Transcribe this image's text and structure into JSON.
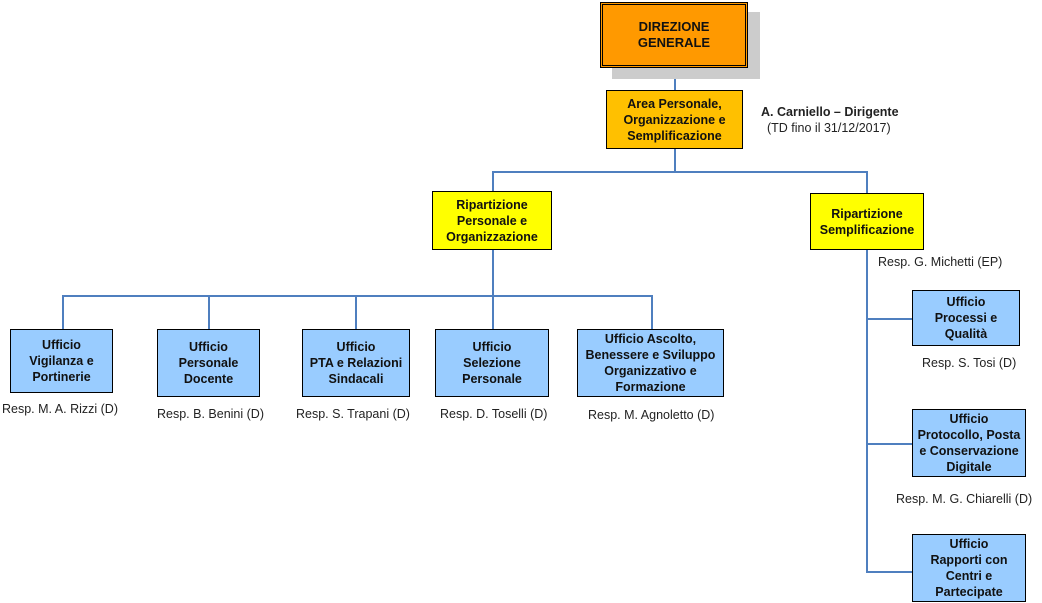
{
  "direzione": {
    "label": "DIREZIONE\nGENERALE"
  },
  "area": {
    "label": "Area Personale,\nOrganizzazione e\nSemplificazione",
    "head_name": "A. Carniello – Dirigente",
    "head_note": "(TD fino il 31/12/2017)"
  },
  "ripartizioni": [
    {
      "label": "Ripartizione\nPersonale e\nOrganizzazione"
    },
    {
      "label": "Ripartizione\nSemplificazione",
      "resp": "Resp. G. Michetti (EP)"
    }
  ],
  "uffici_personale": [
    {
      "label": "Ufficio\nVigilanza e\nPortinerie",
      "resp": "Resp. M. A. Rizzi (D)"
    },
    {
      "label": "Ufficio\nPersonale\nDocente",
      "resp": "Resp. B. Benini (D)"
    },
    {
      "label": "Ufficio\nPTA e Relazioni\nSindacali",
      "resp": "Resp. S. Trapani (D)"
    },
    {
      "label": "Ufficio\nSelezione\nPersonale",
      "resp": "Resp. D. Toselli (D)"
    },
    {
      "label": "Ufficio Ascolto,\nBenessere e Sviluppo\nOrganizzativo e\nFormazione",
      "resp": "Resp. M. Agnoletto (D)"
    }
  ],
  "uffici_semplificazione": [
    {
      "label": "Ufficio\nProcessi e\nQualità",
      "resp": "Resp. S. Tosi (D)"
    },
    {
      "label": "Ufficio\nProtocollo, Posta\ne Conservazione\nDigitale",
      "resp": "Resp. M. G. Chiarelli (D)"
    },
    {
      "label": "Ufficio\nRapporti con\nCentri e\nPartecipate"
    }
  ],
  "colors": {
    "direzione": "#ff9900",
    "area": "#ffc000",
    "ripartizione": "#ffff00",
    "ufficio": "#99ccff",
    "connector": "#4f7fbf"
  }
}
